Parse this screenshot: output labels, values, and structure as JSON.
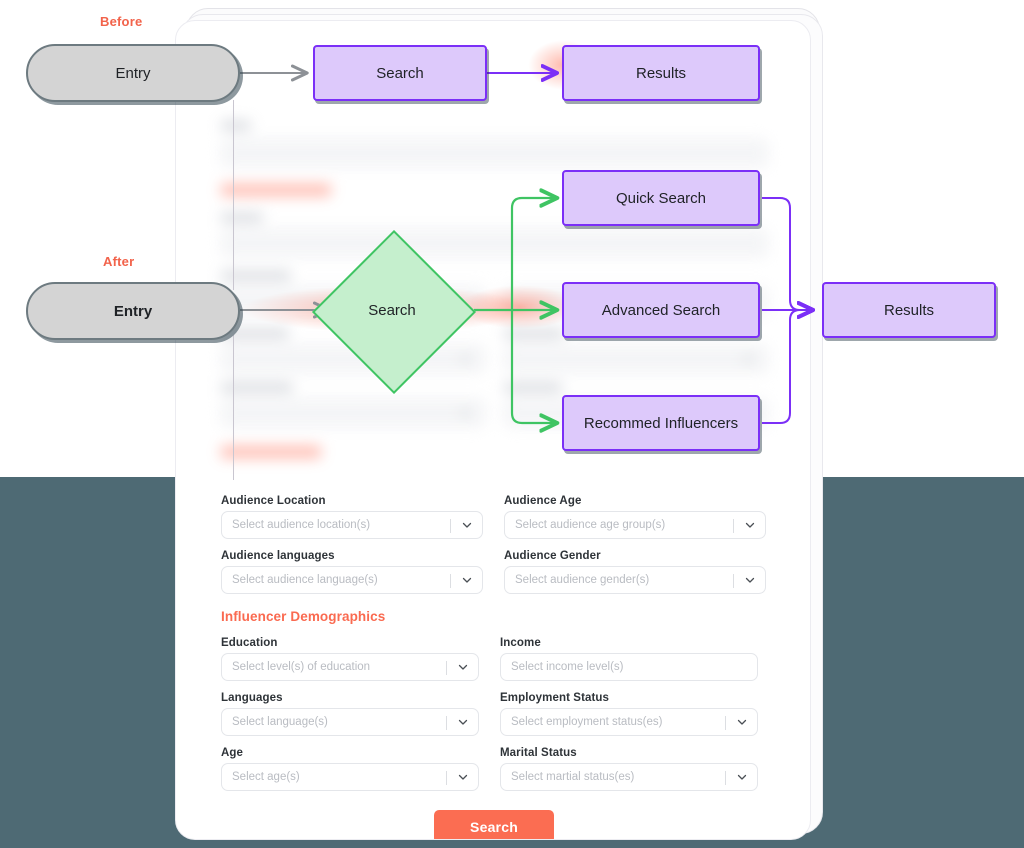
{
  "colors": {
    "backdrop": "#4e6a74",
    "card": "#ffffff",
    "accent_orange": "#fb6d52",
    "node_purple_fill": "#ddc9fb",
    "node_purple_border": "#7b2ff7",
    "node_entry_fill": "#d4d4d4",
    "node_entry_border": "#6d7a80",
    "diamond_fill": "#c5efcd",
    "diamond_border": "#3fc463",
    "label_red": "#f2634b",
    "arrow_gray": "#8d9196",
    "arrow_green": "#3fc463",
    "arrow_purple": "#7b2ff7"
  },
  "diagram": {
    "before": {
      "badge": "Before",
      "nodes": [
        {
          "id": "entry",
          "label": "Entry",
          "shape": "stadium"
        },
        {
          "id": "search",
          "label": "Search",
          "shape": "rect"
        },
        {
          "id": "results",
          "label": "Results",
          "shape": "rect"
        }
      ],
      "edges": [
        {
          "from": "entry",
          "to": "search",
          "color": "gray"
        },
        {
          "from": "search",
          "to": "results",
          "color": "purple"
        }
      ]
    },
    "after": {
      "badge": "After",
      "nodes": [
        {
          "id": "entry",
          "label": "Entry",
          "shape": "stadium"
        },
        {
          "id": "search",
          "label": "Search",
          "shape": "diamond"
        },
        {
          "id": "quick",
          "label": "Quick Search",
          "shape": "rect"
        },
        {
          "id": "advanced",
          "label": "Advanced Search",
          "shape": "rect"
        },
        {
          "id": "recommend",
          "label": "Recommed Influencers",
          "shape": "rect"
        },
        {
          "id": "results",
          "label": "Results",
          "shape": "rect"
        }
      ],
      "edges": [
        {
          "from": "entry",
          "to": "search",
          "color": "gray"
        },
        {
          "from": "search",
          "to": "quick",
          "color": "green"
        },
        {
          "from": "search",
          "to": "advanced",
          "color": "green"
        },
        {
          "from": "search",
          "to": "recommend",
          "color": "green"
        },
        {
          "from": "quick",
          "to": "results",
          "color": "purple"
        },
        {
          "from": "advanced",
          "to": "results",
          "color": "purple"
        },
        {
          "from": "recommend",
          "to": "results",
          "color": "purple"
        }
      ]
    }
  },
  "form": {
    "sections": [
      {
        "heading": null,
        "fields": [
          {
            "label": "Audience Location",
            "placeholder": "Select audience location(s)",
            "chevron": true
          },
          {
            "label": "Audience Age",
            "placeholder": "Select audience age group(s)",
            "chevron": true
          },
          {
            "label": "Audience languages",
            "placeholder": "Select audience language(s)",
            "chevron": true
          },
          {
            "label": "Audience Gender",
            "placeholder": "Select audience gender(s)",
            "chevron": true
          }
        ]
      },
      {
        "heading": "Influencer Demographics",
        "fields": [
          {
            "label": "Education",
            "placeholder": "Select level(s) of education",
            "chevron": true
          },
          {
            "label": "Income",
            "placeholder": "Select income level(s)",
            "chevron": false
          },
          {
            "label": "Languages",
            "placeholder": "Select language(s)",
            "chevron": true
          },
          {
            "label": "Employment Status",
            "placeholder": "Select employment status(es)",
            "chevron": true
          },
          {
            "label": "Age",
            "placeholder": "Select age(s)",
            "chevron": true
          },
          {
            "label": "Marital Status",
            "placeholder": "Select martial status(es)",
            "chevron": true
          }
        ]
      }
    ],
    "submit_label": "Search",
    "icons": {
      "dropdown": "chevron-down-icon",
      "submit": "search-button"
    }
  }
}
